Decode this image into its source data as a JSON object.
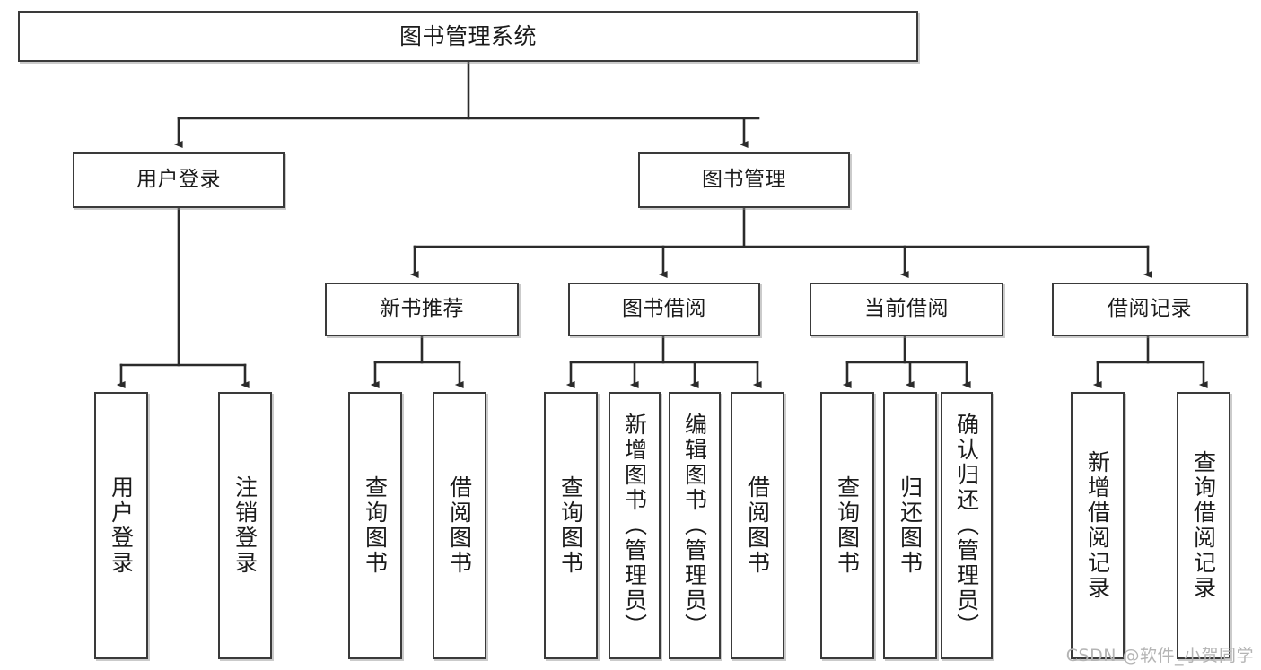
{
  "diagram": {
    "title": "图书管理系统",
    "type": "tree-structure-chart",
    "root": {
      "label": "图书管理系统"
    },
    "level2": [
      {
        "label": "用户登录"
      },
      {
        "label": "图书管理"
      }
    ],
    "level3": [
      {
        "label": "新书推荐"
      },
      {
        "label": "图书借阅"
      },
      {
        "label": "当前借阅"
      },
      {
        "label": "借阅记录"
      }
    ],
    "leaves": {
      "user_login": [
        {
          "label": "用户登录"
        },
        {
          "label": "注销登录"
        }
      ],
      "new_book_recommend": [
        {
          "label": "查询图书"
        },
        {
          "label": "借阅图书"
        }
      ],
      "book_borrow": [
        {
          "label": "查询图书"
        },
        {
          "label": "新增图书（管理员）"
        },
        {
          "label": "编辑图书（管理员）"
        },
        {
          "label": "借阅图书"
        }
      ],
      "current_borrow": [
        {
          "label": "查询图书"
        },
        {
          "label": "归还图书"
        },
        {
          "label": "确认归还（管理员）"
        }
      ],
      "borrow_record": [
        {
          "label": "新增借阅记录"
        },
        {
          "label": "查询借阅记录"
        }
      ]
    }
  },
  "watermark": {
    "text": "CSDN @软件_小贺同学"
  },
  "colors": {
    "box_border": "#3a3a3a",
    "box_fill": "#ffffff",
    "connector": "#2b2b2b",
    "text": "#1b1b1b",
    "watermark": "#b4b4b4"
  }
}
